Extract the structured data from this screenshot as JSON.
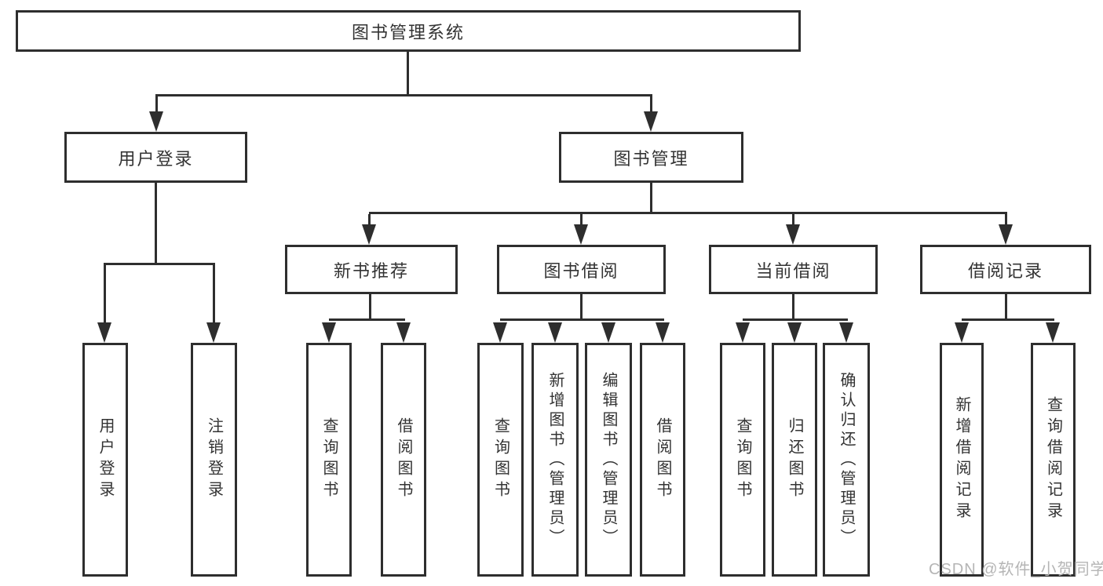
{
  "diagram_type": "hierarchy-tree",
  "colors": {
    "line": "#2e2e2e",
    "box_border": "#2e2e2e",
    "box_background": "#ffffff",
    "text": "#333333",
    "watermark": "#b5b5b5"
  },
  "watermark": "CSDN @软件_小贺同学",
  "tree": {
    "root": {
      "label": "图书管理系统",
      "children": [
        {
          "label": "用户登录",
          "children": [
            {
              "label": "用户登录"
            },
            {
              "label": "注销登录"
            }
          ]
        },
        {
          "label": "图书管理",
          "children": [
            {
              "label": "新书推荐",
              "children": [
                {
                  "label": "查询图书"
                },
                {
                  "label": "借阅图书"
                }
              ]
            },
            {
              "label": "图书借阅",
              "children": [
                {
                  "label": "查询图书"
                },
                {
                  "label": "新增图书（管理员）"
                },
                {
                  "label": "编辑图书（管理员）"
                },
                {
                  "label": "借阅图书"
                }
              ]
            },
            {
              "label": "当前借阅",
              "children": [
                {
                  "label": "查询图书"
                },
                {
                  "label": "归还图书"
                },
                {
                  "label": "确认归还（管理员）"
                }
              ]
            },
            {
              "label": "借阅记录",
              "children": [
                {
                  "label": "新增借阅记录"
                },
                {
                  "label": "查询借阅记录"
                }
              ]
            }
          ]
        }
      ]
    }
  }
}
